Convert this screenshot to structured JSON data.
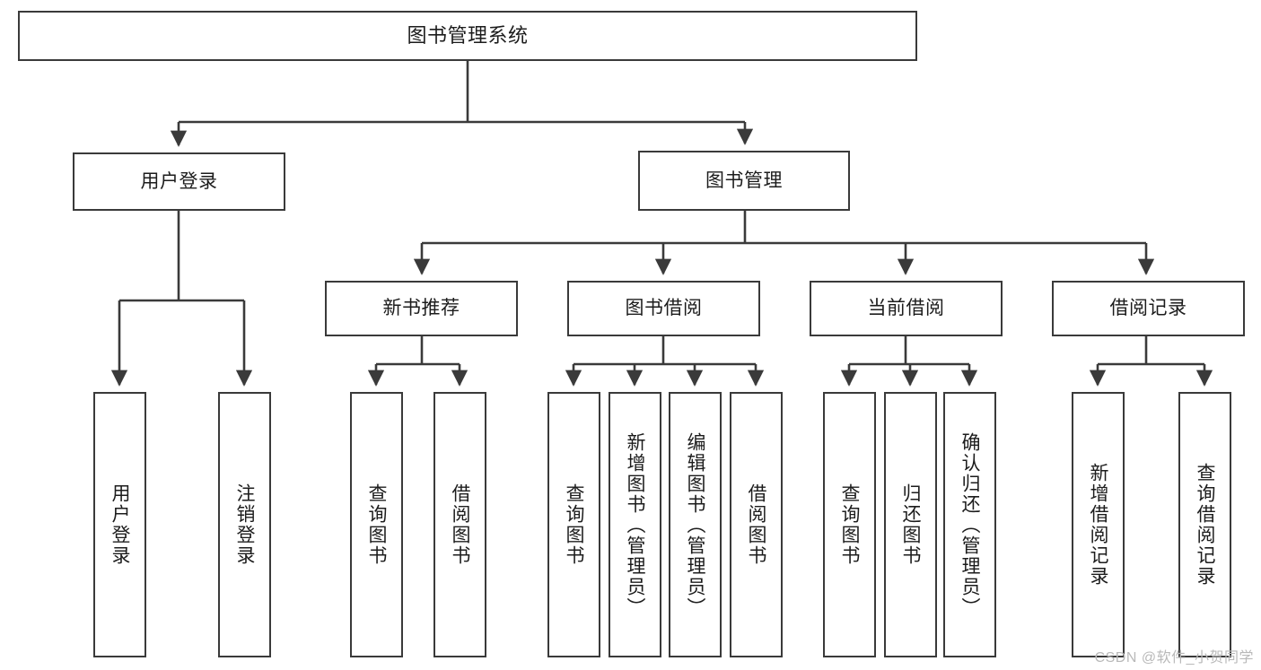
{
  "diagram": {
    "title": "图书管理系统",
    "type": "tree-hierarchy",
    "watermark": "CSDN @软件_小贺同学",
    "colors": {
      "background": "#ffffff",
      "box_border": "#3a3a3a",
      "connector": "#3a3a3a",
      "text": "#1c1c1c",
      "watermark": "#b9b9b9"
    },
    "root": {
      "label": "图书管理系统"
    },
    "level1": [
      {
        "label": "用户登录"
      },
      {
        "label": "图书管理"
      }
    ],
    "level2": [
      {
        "label": "新书推荐"
      },
      {
        "label": "图书借阅"
      },
      {
        "label": "当前借阅"
      },
      {
        "label": "借阅记录"
      }
    ],
    "leaves": [
      {
        "label": "用户登录"
      },
      {
        "label": "注销登录"
      },
      {
        "label": "查询图书"
      },
      {
        "label": "借阅图书"
      },
      {
        "label": "查询图书"
      },
      {
        "label": "新增图书（管理员）"
      },
      {
        "label": "编辑图书（管理员）"
      },
      {
        "label": "借阅图书"
      },
      {
        "label": "查询图书"
      },
      {
        "label": "归还图书"
      },
      {
        "label": "确认归还（管理员）"
      },
      {
        "label": "新增借阅记录"
      },
      {
        "label": "查询借阅记录"
      }
    ]
  }
}
